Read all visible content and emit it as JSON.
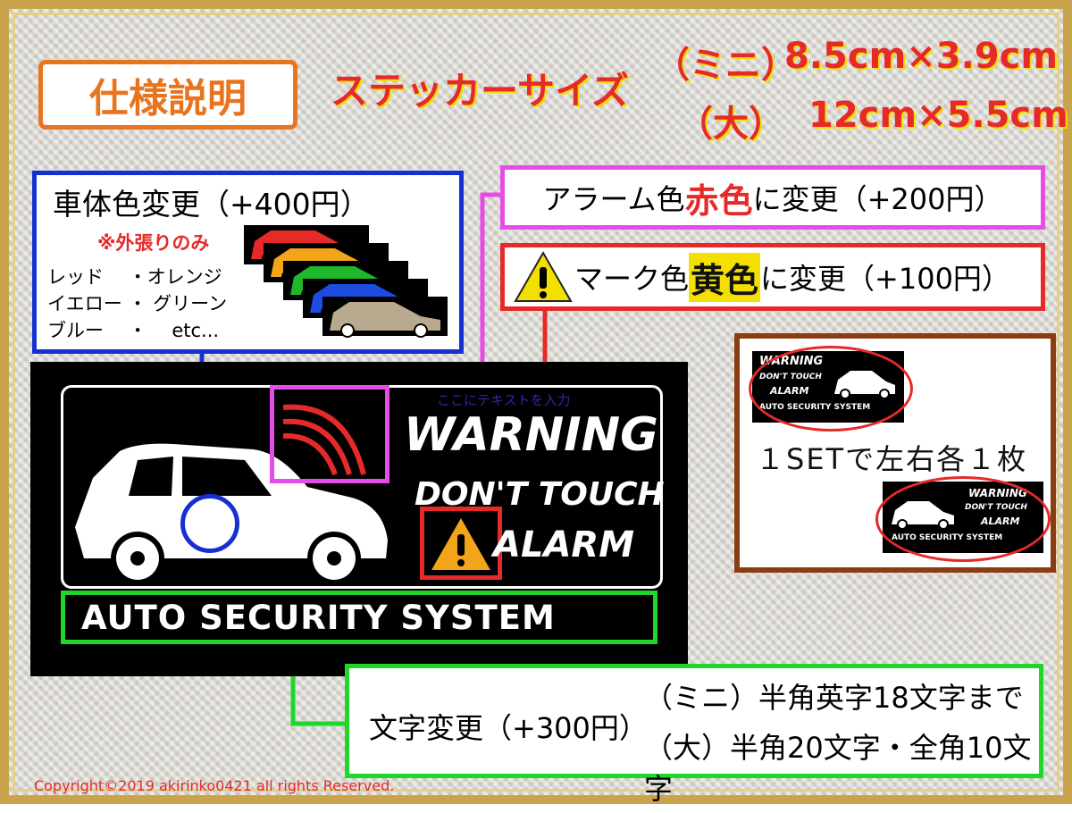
{
  "title": "仕様説明",
  "sticker_size": {
    "label": "ステッカーサイズ",
    "mini_label": "（ミニ）",
    "mini_value": "8.5cm×3.9cm",
    "large_label": "（大）",
    "large_value": "12cm×5.5cm"
  },
  "body_color": {
    "title": "車体色変更（+400円）",
    "note": "※外張りのみ",
    "line1": "レッド　 ・オレンジ",
    "line2": "イエロー ・ グリーン",
    "line3": "ブルー　 ・　 etc...",
    "swatches": [
      "#e62a2a",
      "#f4a418",
      "#1fb82a",
      "#1d4de0",
      "#b9a98e"
    ]
  },
  "alarm_color": {
    "prefix": "アラーム色",
    "color_word": "赤色",
    "suffix": "に変更（+200円）"
  },
  "mark_color": {
    "prefix": "マーク色",
    "color_word": "黄色",
    "suffix": "に変更（+100円）"
  },
  "sticker": {
    "warning": "WARNING",
    "dont_touch": "DON'T TOUCH",
    "alarm": "ALARM",
    "system": "AUTO SECURITY SYSTEM",
    "ghost_text": "ここにテキストを入力"
  },
  "text_change": {
    "label": "文字変更（+300円）",
    "mini": "（ミニ）半角英字18文字まで",
    "large": "（大）半角20文字・全角10文字"
  },
  "set_info": {
    "caption": "１SETで左右各１枚",
    "small_warning": "WARNING",
    "small_dont_touch": "DON'T TOUCH",
    "small_alarm": "ALARM",
    "small_system": "AUTO SECURITY SYSTEM"
  },
  "copyright": "Copyright©2019 akirinko0421 all rights Reserved.",
  "colors": {
    "accent_orange": "#e8741e",
    "accent_red": "#e62a2a",
    "accent_blue": "#1530d2",
    "accent_magenta": "#e84ce8",
    "accent_green": "#1fd62a",
    "accent_brown": "#8a3d12",
    "accent_yellow": "#f3e000"
  }
}
